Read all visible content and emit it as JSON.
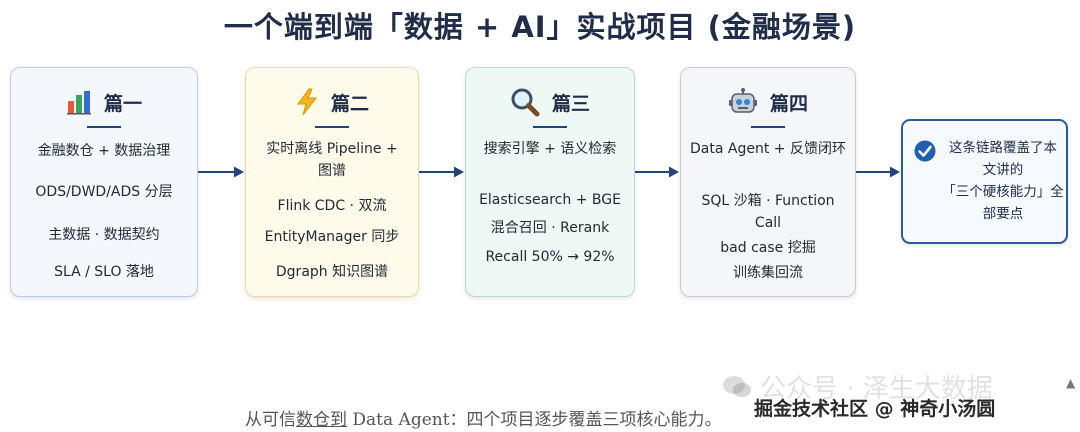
{
  "title": "一个端到端「数据 + AI」实战项目 (金融场景)",
  "cards": [
    {
      "icon": "bar-chart-icon",
      "title": "篇一",
      "items": [
        "金融数仓 + 数据治理",
        "ODS/DWD/ADS 分层",
        "主数据 · 数据契约",
        "SLA / SLO 落地"
      ]
    },
    {
      "icon": "lightning-bolt-icon",
      "title": "篇二",
      "items": [
        "实时离线 Pipeline +",
        "图谱",
        "Flink CDC · 双流",
        "EntityManager 同步",
        "Dgraph 知识图谱"
      ]
    },
    {
      "icon": "magnifier-icon",
      "title": "篇三",
      "items": [
        "搜索引擎 + 语义检索",
        "Elasticsearch + BGE",
        "混合召回 · Rerank",
        "Recall 50% → 92%"
      ]
    },
    {
      "icon": "robot-icon",
      "title": "篇四",
      "items": [
        "Data Agent + 反馈闭环",
        "SQL 沙箱 · Function",
        "Call",
        "bad case 挖掘",
        "训练集回流"
      ]
    }
  ],
  "summary": {
    "icon": "check-circle-icon",
    "lines": [
      "这条链路覆盖了本",
      "文讲的",
      "「三个硬核能力」全",
      "部要点"
    ]
  },
  "caption": {
    "before": "从可信",
    "underlined": "数仓到",
    "after": " Data Agent：四个项目逐步覆盖三项核心能力。"
  },
  "watermark": {
    "back_text": "公众号 · 泽生大数据",
    "back_icon": "wechat-icon",
    "front_text": "掘金技术社区 @ 神奇小汤圆"
  },
  "colors": {
    "title": "#1f2d4a",
    "arrow": "#22467a",
    "accent": "#2b5c96"
  }
}
